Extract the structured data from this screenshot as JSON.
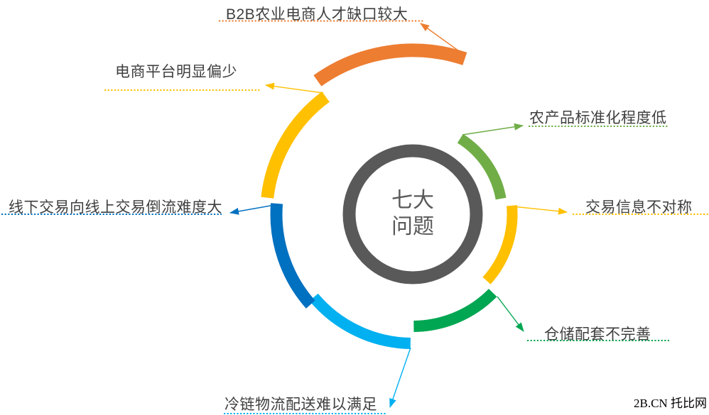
{
  "center": {
    "line1": "七大",
    "line2": "问题",
    "ring_color": "#595959",
    "text_color": "#595959"
  },
  "problems": [
    {
      "id": "talent-gap",
      "label": "B2B农业电商人才缺口较大",
      "color": "#ED7D31",
      "position": "top"
    },
    {
      "id": "standardization",
      "label": "农产品标准化程度低",
      "color": "#70AD47",
      "position": "upper-right"
    },
    {
      "id": "info-asymmetry",
      "label": "交易信息不对称",
      "color": "#FFC000",
      "position": "right"
    },
    {
      "id": "warehousing",
      "label": "仓储配套不完善",
      "color": "#00A651",
      "position": "lower-right"
    },
    {
      "id": "cold-chain",
      "label": "冷链物流配送难以满足",
      "color": "#00B0F0",
      "position": "bottom"
    },
    {
      "id": "offline-online",
      "label": "线下交易向线上交易倒流难度大",
      "color": "#0070C0",
      "position": "left"
    },
    {
      "id": "few-platforms",
      "label": "电商平台明显偏少",
      "color": "#FFC000",
      "position": "upper-left"
    }
  ],
  "watermark": "2B.CN 托比网"
}
